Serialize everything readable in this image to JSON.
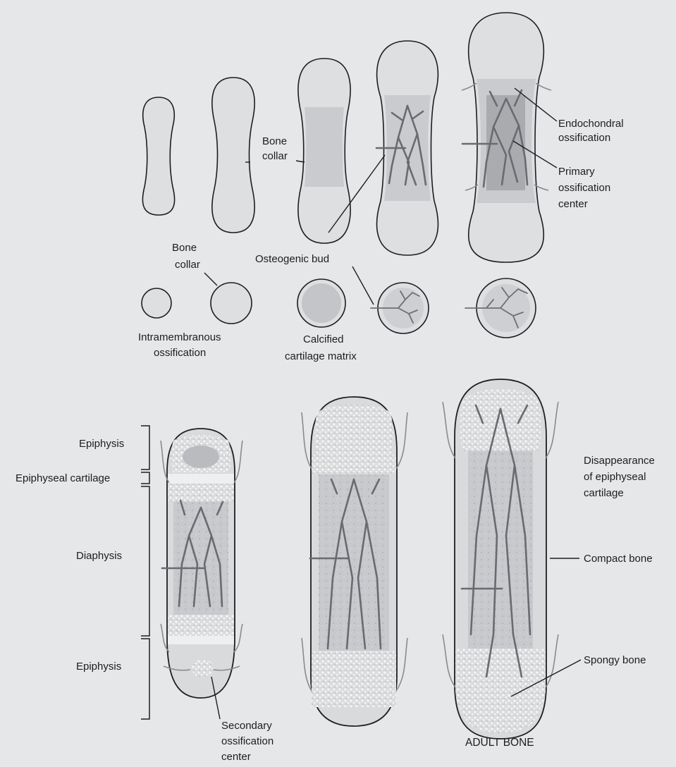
{
  "labels": {
    "bone_collar_1": [
      "Bone",
      "collar"
    ],
    "bone_collar_2": [
      "Bone",
      "collar"
    ],
    "endochondral": [
      "Endochondral",
      "ossification"
    ],
    "primary_center": [
      "Primary",
      "ossification",
      "center"
    ],
    "osteogenic_bud": "Osteogenic bud",
    "intramembranous": [
      "Intramembranous",
      "ossification"
    ],
    "calcified_matrix": [
      "Calcified",
      "cartilage matrix"
    ],
    "epiphysis_top": "Epiphysis",
    "epiphyseal_cartilage": "Epiphyseal cartilage",
    "diaphysis": "Diaphysis",
    "epiphysis_bottom": "Epiphysis",
    "disappearance": [
      "Disappearance",
      "of epiphyseal",
      "cartilage"
    ],
    "compact_bone": "Compact bone",
    "spongy_bone": "Spongy bone",
    "secondary_center": [
      "Secondary",
      "ossification",
      "center"
    ],
    "adult_bone": "ADULT BONE"
  }
}
